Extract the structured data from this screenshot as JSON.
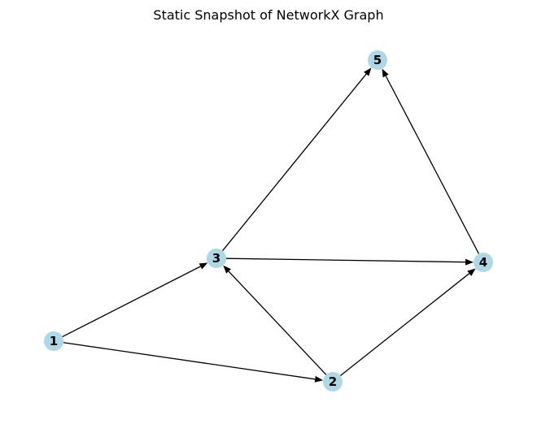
{
  "title": "Static Snapshot of NetworkX Graph",
  "colors": {
    "node_fill": "#add8e6",
    "edge": "#000000",
    "label": "#000000",
    "background": "#ffffff"
  },
  "nodes": [
    {
      "id": "1",
      "label": "1"
    },
    {
      "id": "2",
      "label": "2"
    },
    {
      "id": "3",
      "label": "3"
    },
    {
      "id": "4",
      "label": "4"
    },
    {
      "id": "5",
      "label": "5"
    }
  ],
  "edges": [
    {
      "source": "1",
      "target": "3"
    },
    {
      "source": "1",
      "target": "2"
    },
    {
      "source": "2",
      "target": "3"
    },
    {
      "source": "2",
      "target": "4"
    },
    {
      "source": "3",
      "target": "4"
    },
    {
      "source": "3",
      "target": "5"
    },
    {
      "source": "4",
      "target": "5"
    }
  ],
  "directed": true
}
